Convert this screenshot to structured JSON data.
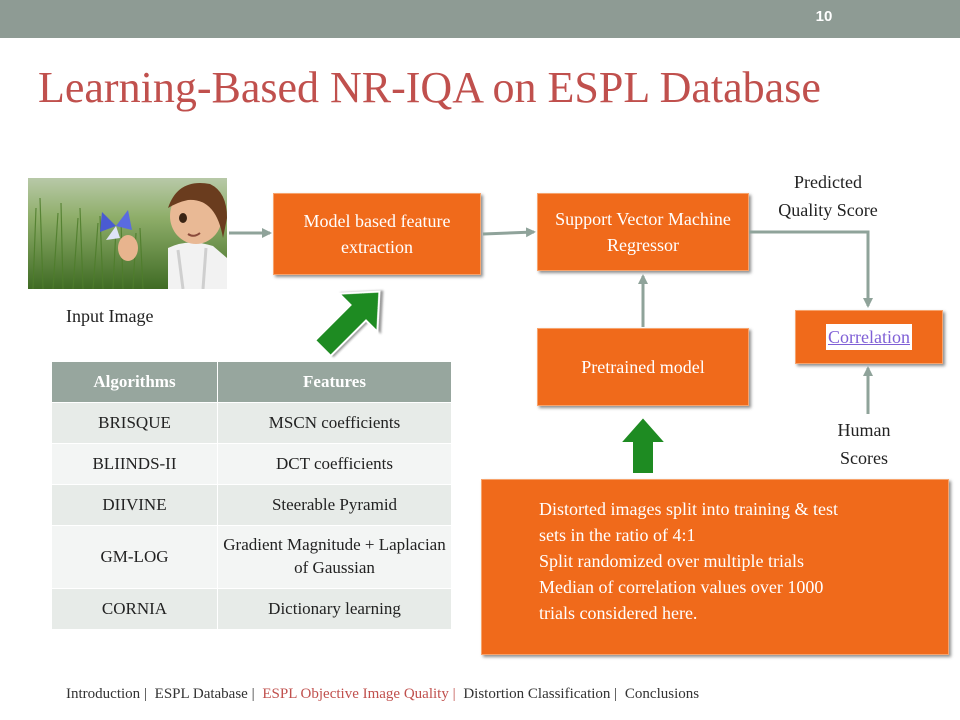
{
  "slide": {
    "number": "10",
    "title": "Learning-Based NR-IQA on ESPL Database"
  },
  "labels": {
    "input_image": "Input Image",
    "predicted_line1": "Predicted",
    "predicted_line2": "Quality Score",
    "human_line1": "Human",
    "human_line2": "Scores"
  },
  "boxes": {
    "feature_extraction": "Model based feature extraction",
    "svm_regressor": "Support Vector Machine Regressor",
    "pretrained_model": "Pretrained model",
    "correlation": "Correlation"
  },
  "description": [
    "Distorted images split into training & test",
    "sets in the ratio of 4:1",
    "Split  randomized over multiple trials",
    "Median of correlation values over 1000",
    "trials considered here."
  ],
  "table": {
    "headers": [
      "Algorithms",
      "Features"
    ],
    "rows": [
      [
        "BRISQUE",
        "MSCN coefficients"
      ],
      [
        "BLIINDS-II",
        "DCT coefficients"
      ],
      [
        "DIIVINE",
        "Steerable Pyramid"
      ],
      [
        "GM-LOG",
        "Gradient Magnitude + Laplacian of  Gaussian"
      ],
      [
        "CORNIA",
        "Dictionary learning"
      ]
    ]
  },
  "footer": {
    "items": [
      "Introduction |",
      "ESPL Database |",
      "ESPL Objective Image Quality |",
      "Distortion Classification |",
      "Conclusions"
    ],
    "active_index": 2
  },
  "colors": {
    "accent_title": "#c0504d",
    "box_orange": "#f06a1b",
    "arrow_green": "#1e8b22",
    "header_gray": "#97a69e",
    "topbar": "#8e9b94"
  }
}
